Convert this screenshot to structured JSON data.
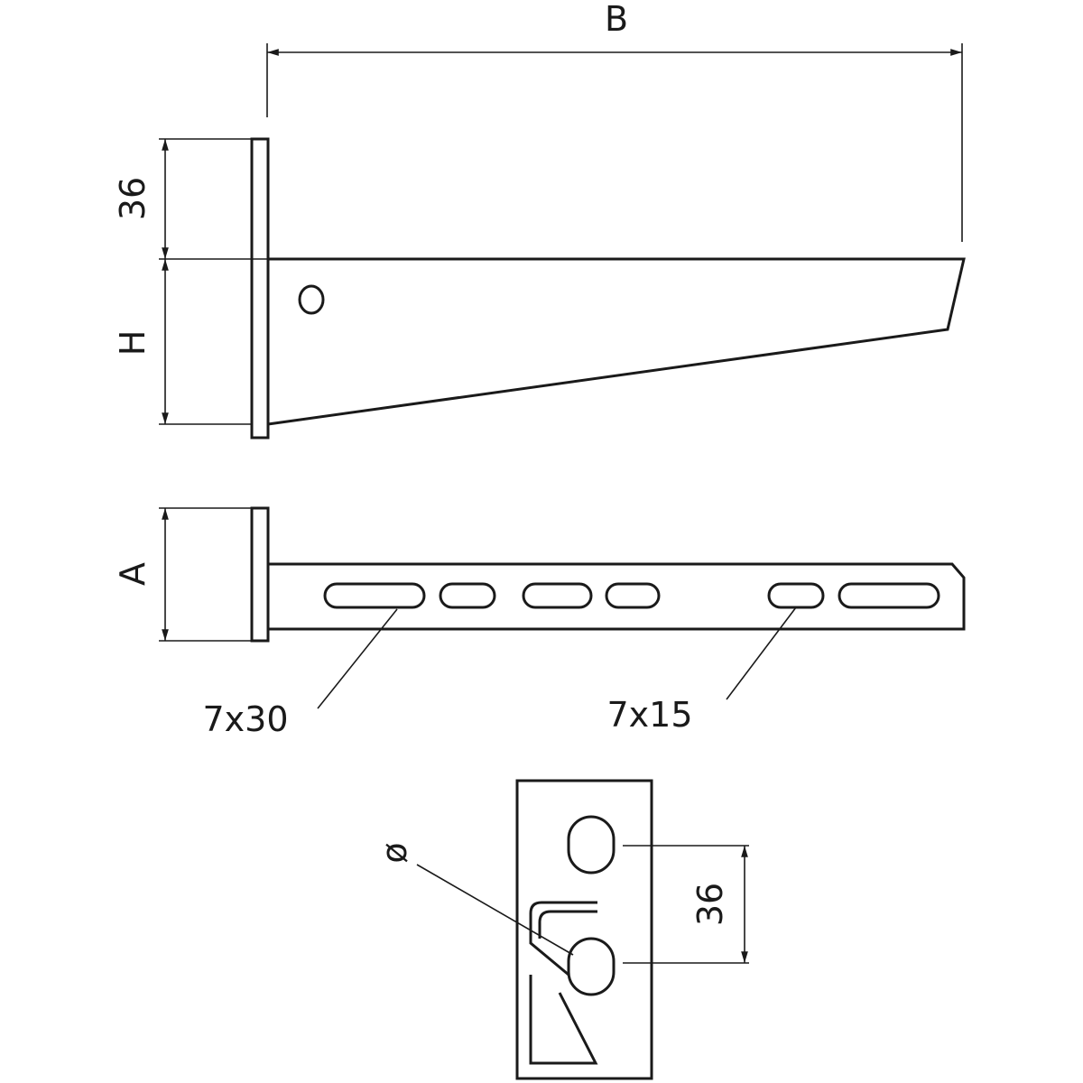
{
  "labels": {
    "width": "B",
    "top_offset": "36",
    "height": "H",
    "side_height": "A",
    "slot_large": "7x30",
    "slot_small": "7x15",
    "diameter": "ø",
    "hole_spacing": "36"
  },
  "colors": {
    "line": "#1a1a1a",
    "background": "#ffffff"
  }
}
